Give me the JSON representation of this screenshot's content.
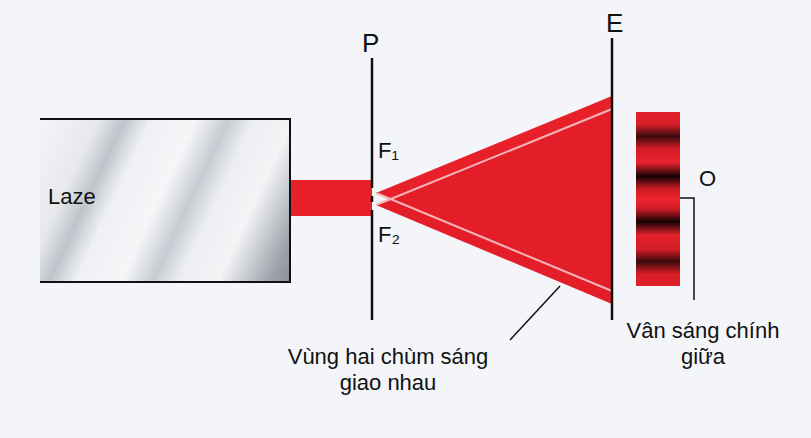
{
  "diagram": {
    "nodes": [
      {
        "text": [
          "Laze"
        ]
      }
    ],
    "labels": [
      "P",
      "E",
      "F₁",
      "F₂",
      "O",
      "Vân sáng chính giữa",
      "Vùng hai chùm sáng giao nhau"
    ]
  }
}
